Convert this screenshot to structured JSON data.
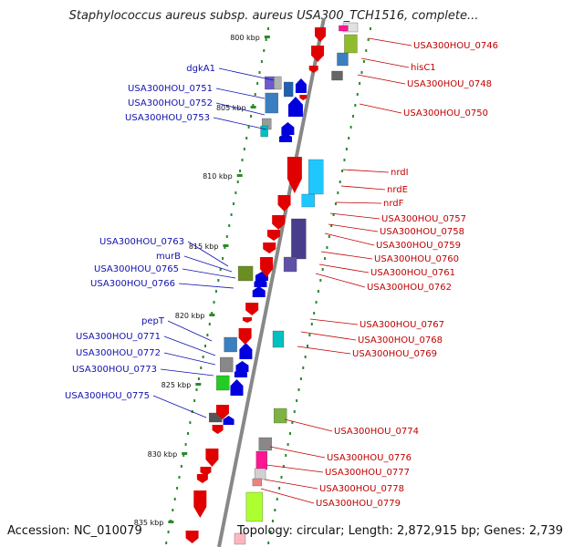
{
  "title": "Staphylococcus aureus subsp. aureus USA300_TCH1516, complete...",
  "footer": {
    "accession": "Accession: NC_010079",
    "topology": "Topology: circular; Length: 2,872,915 bp; Genes: 2,739"
  },
  "colors": {
    "backbone": "#888888",
    "forward_strand": "#e00000",
    "reverse_strand": "#0000dd",
    "left_label": "#1010b0",
    "right_label": "#c00000",
    "tick_dots": "#2a8a2a"
  },
  "kbp_ticks": [
    "800 kbp",
    "805 kbp",
    "810 kbp",
    "815 kbp",
    "820 kbp",
    "825 kbp",
    "830 kbp",
    "835 kbp"
  ],
  "left_genes": [
    "dgkA1",
    "USA300HOU_0751",
    "USA300HOU_0752",
    "USA300HOU_0753",
    "USA300HOU_0763",
    "murB",
    "USA300HOU_0765",
    "USA300HOU_0766",
    "pepT",
    "USA300HOU_0771",
    "USA300HOU_0772",
    "USA300HOU_0773",
    "USA300HOU_0775"
  ],
  "right_genes": [
    "USA300HOU_0746",
    "hisC1",
    "USA300HOU_0748",
    "USA300HOU_0750",
    "nrdI",
    "nrdE",
    "nrdF",
    "USA300HOU_0757",
    "USA300HOU_0758",
    "USA300HOU_0759",
    "USA300HOU_0760",
    "USA300HOU_0761",
    "USA300HOU_0762",
    "USA300HOU_0767",
    "USA300HOU_0768",
    "USA300HOU_0769",
    "USA300HOU_0774",
    "USA300HOU_0776",
    "USA300HOU_0777",
    "USA300HOU_0778",
    "USA300HOU_0779"
  ]
}
